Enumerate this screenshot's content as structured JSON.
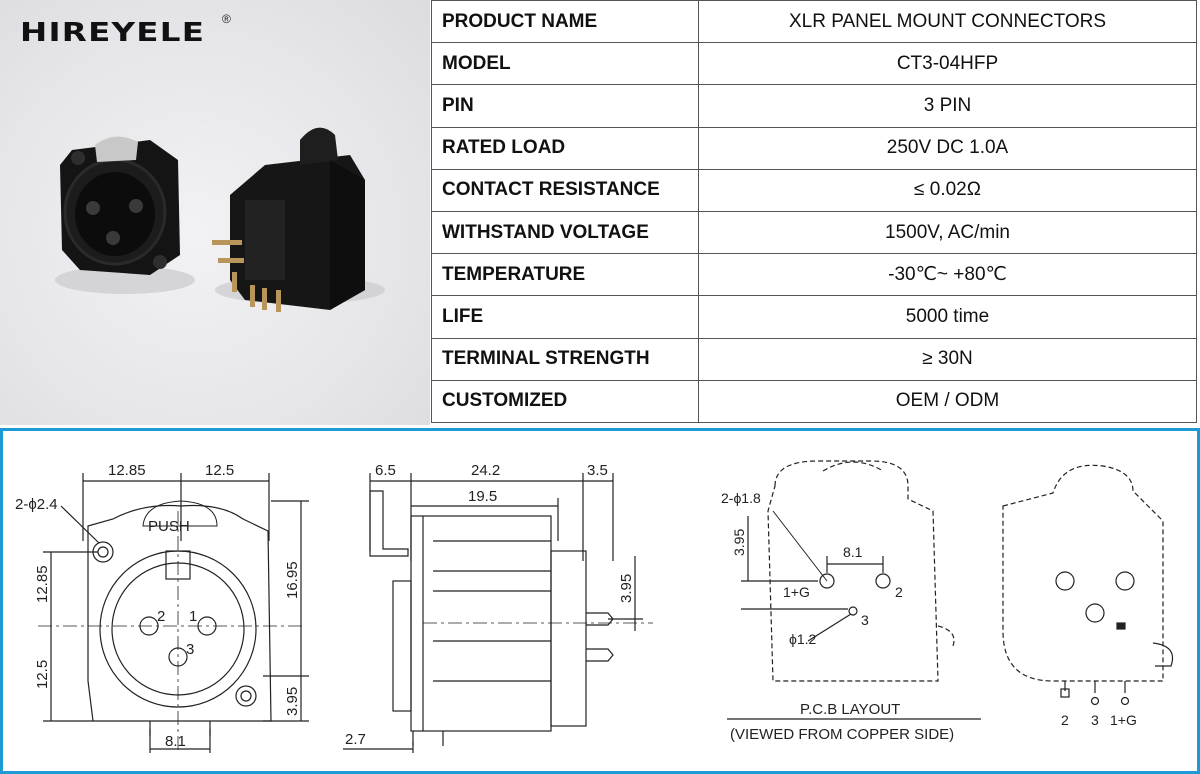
{
  "brand": {
    "logo_text": "HIREYELE",
    "registered_mark": "®"
  },
  "spec_rows": [
    {
      "key": "PRODUCT NAME",
      "value": "XLR PANEL MOUNT CONNECTORS"
    },
    {
      "key": "MODEL",
      "value": "CT3-04HFP"
    },
    {
      "key": "PIN",
      "value": "3 PIN"
    },
    {
      "key": "RATED LOAD",
      "value": "250V DC 1.0A"
    },
    {
      "key": "CONTACT RESISTANCE",
      "value": "≤ 0.02Ω"
    },
    {
      "key": "WITHSTAND VOLTAGE",
      "value": "1500V, AC/min"
    },
    {
      "key": "TEMPERATURE",
      "value": "-30℃~ +80℃"
    },
    {
      "key": "LIFE",
      "value": "5000 time"
    },
    {
      "key": "TERMINAL STRENGTH",
      "value": "≥ 30N"
    },
    {
      "key": "CUSTOMIZED",
      "value": "OEM / ODM"
    }
  ],
  "drawing": {
    "front": {
      "dim_top_left": "12.85",
      "dim_top_right": "12.5",
      "hole_label": "2-ϕ2.4",
      "push_label": "PUSH",
      "dim_left_upper": "12.85",
      "dim_left_lower": "12.5",
      "dim_right_upper": "16.95",
      "dim_right_lower": "3.95",
      "dim_bottom": "8.1",
      "pin1": "1",
      "pin2": "2",
      "pin3": "3"
    },
    "side": {
      "dim_a": "6.5",
      "dim_b": "24.2",
      "dim_c": "3.5",
      "dim_d": "19.5",
      "dim_e": "3.95",
      "dim_f": "2.7"
    },
    "pcb": {
      "hole_label": "2-ϕ1.8",
      "dim_v": "3.95",
      "dim_h": "8.1",
      "label_1g": "1+G",
      "label_2": "2",
      "label_3": "3",
      "small_hole": "ϕ1.2",
      "title": "P.C.B LAYOUT",
      "subtitle": "(VIEWED FROM COPPER SIDE)"
    },
    "back": {
      "label_2": "2",
      "label_3": "3",
      "label_1g": "1+G"
    }
  }
}
